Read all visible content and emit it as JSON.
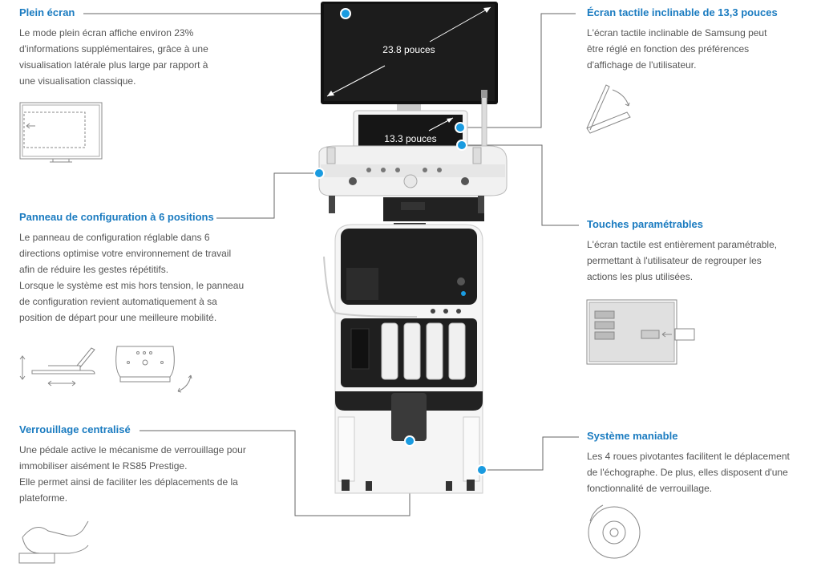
{
  "features": {
    "full_screen": {
      "title": "Plein écran",
      "lines": [
        "Le mode plein écran affiche environ 23%",
        "d'informations supplémentaires, grâce à une",
        "visualisation latérale plus large par rapport à",
        "une visualisation classique."
      ]
    },
    "config_panel": {
      "title": "Panneau de configuration à 6 positions",
      "lines": [
        "Le panneau de configuration réglable dans 6",
        "directions optimise votre environnement de travail",
        "afin de réduire les gestes répétitifs.",
        "Lorsque le système est mis hors tension, le panneau",
        "de configuration revient automatiquement à sa",
        "position de départ pour une meilleure mobilité."
      ]
    },
    "central_lock": {
      "title": "Verrouillage centralisé",
      "lines": [
        "Une pédale active le mécanisme de verrouillage pour",
        "immobiliser aisément le RS85 Prestige.",
        "Elle permet ainsi de faciliter les déplacements de la",
        "plateforme."
      ]
    },
    "touchscreen": {
      "title": "Écran tactile inclinable de 13,3 pouces",
      "lines": [
        "L'écran tactile inclinable de Samsung peut",
        "être réglé en fonction des préférences",
        "d'affichage de l'utilisateur."
      ]
    },
    "keys": {
      "title": "Touches paramétrables",
      "lines": [
        "L'écran tactile est entièrement paramétrable,",
        "permettant à l'utilisateur de regrouper les",
        "actions les plus utilisées."
      ]
    },
    "mobility": {
      "title": "Système maniable",
      "lines": [
        "Les 4 roues pivotantes facilitent le déplacement",
        "de l'échographe. De plus, elles disposent d'une",
        "fonctionnalité de verrouillage."
      ]
    }
  },
  "device": {
    "monitor_size": "23.8 pouces",
    "touch_size": "13.3 pouces"
  },
  "colors": {
    "accent": "#1a7bc0",
    "text": "#555555",
    "marker": "#1a9be0"
  }
}
